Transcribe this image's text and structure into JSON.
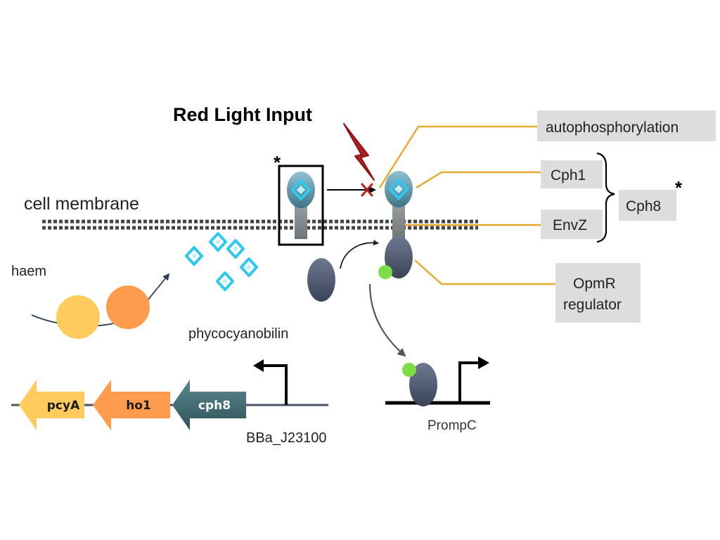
{
  "title": "Red Light Input",
  "labels": {
    "cell_membrane": "cell membrane",
    "haem": "haem",
    "phycocyanobilin": "phycocyanobilin",
    "promoter_constitutive": "BBa_J23100",
    "promoter_output": "PrompC",
    "asterisk_receptor": "*",
    "asterisk_cph8": "*"
  },
  "callouts": {
    "autophosphorylation": "autophosphorylation",
    "cph1": "Cph1",
    "envz": "EnvZ",
    "cph8": "Cph8",
    "ompr_line1": "OpmR",
    "ompr_line2": "regulator"
  },
  "genes": [
    {
      "name": "pcyA",
      "color": "#FFCB5C"
    },
    {
      "name": "ho1",
      "color": "#FF9B4D"
    },
    {
      "name": "cph8",
      "color": "#3F6B73"
    }
  ],
  "colors": {
    "callout_line": "#E8A930",
    "box_fill": "#DDDDDD",
    "lightning": "#A01818",
    "chromophore": "#2FC8EE",
    "receptor_head": "#5E9AAE",
    "protein": "#4A5468",
    "phospho": "#7DDD44"
  }
}
